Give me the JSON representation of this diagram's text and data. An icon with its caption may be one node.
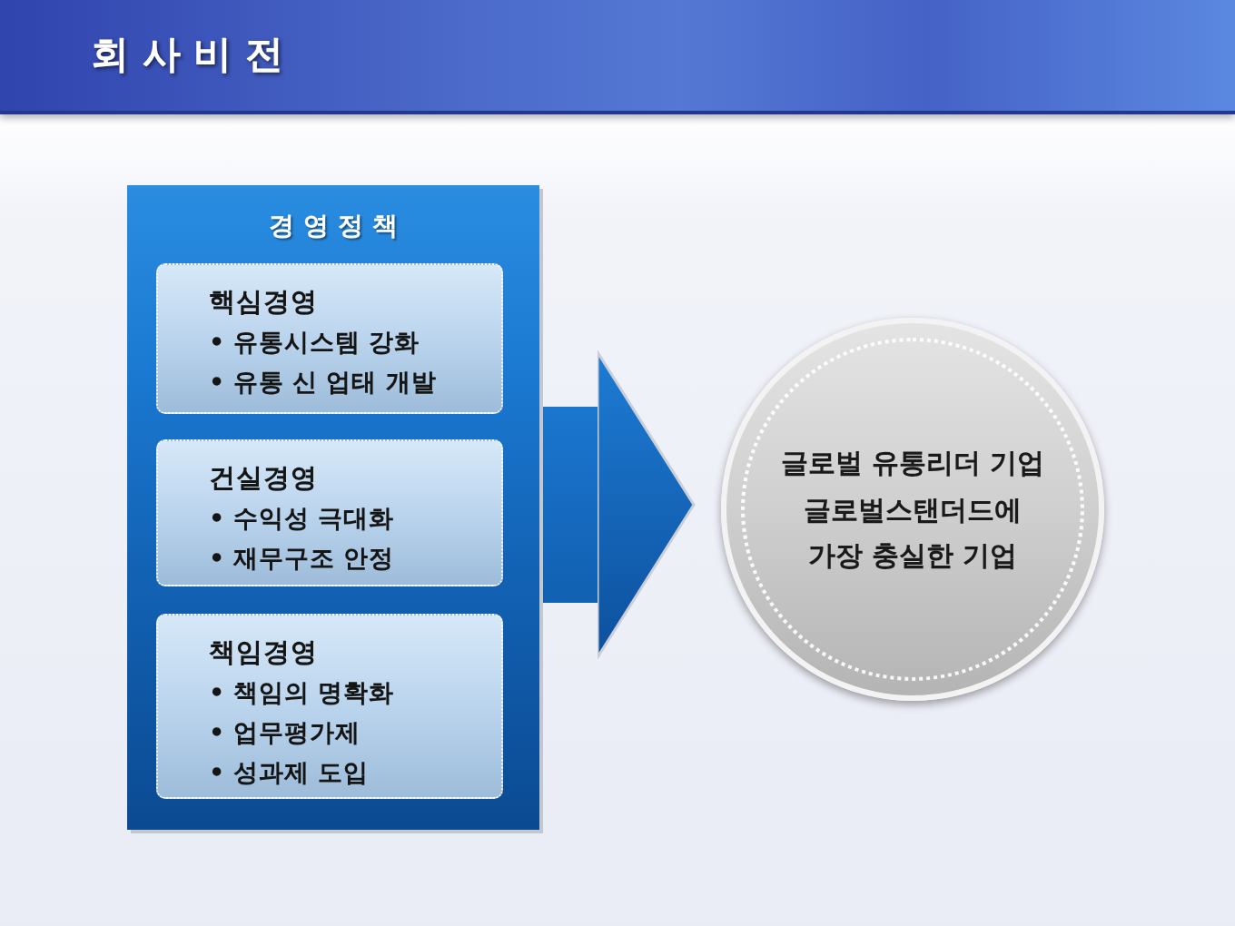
{
  "diagram": {
    "title": "회 사 비 전",
    "nodes": [
      {
        "text": [
          "경 영 정 책"
        ]
      },
      {
        "text": [
          "핵심경영",
          "• 유통시스템 강화",
          "• 유통 신 업태 개발"
        ],
        "in": 0
      },
      {
        "text": [
          "건실경영",
          "• 수익성 극대화",
          "• 재무구조 안정"
        ],
        "in": 0
      },
      {
        "text": [
          "책임경영",
          "• 책임의 명확화",
          "• 업무평가제",
          "• 성과제 도입"
        ],
        "in": 0
      },
      {
        "text": [
          "글로벌 유통리더 기업",
          "글로벌스탠더드에 가장 충실한 기업"
        ]
      }
    ],
    "edges": [
      {
        "from": 0,
        "to": 4,
        "arrow": "to"
      }
    ]
  }
}
